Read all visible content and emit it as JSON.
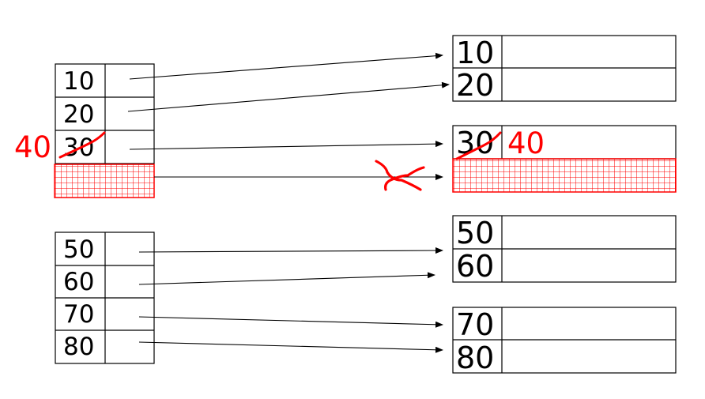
{
  "index": {
    "upper": [
      "10",
      "20",
      "30"
    ],
    "lower": [
      "50",
      "60",
      "70",
      "80"
    ]
  },
  "data_blocks": [
    [
      "10",
      "20"
    ],
    [
      "30",
      ""
    ],
    [
      "50",
      "60"
    ],
    [
      "70",
      "80"
    ]
  ],
  "annotations": {
    "index_replacement": "40",
    "block_replacement": "40"
  },
  "colors": {
    "ink": "#000000",
    "annotation": "#ff0000"
  }
}
